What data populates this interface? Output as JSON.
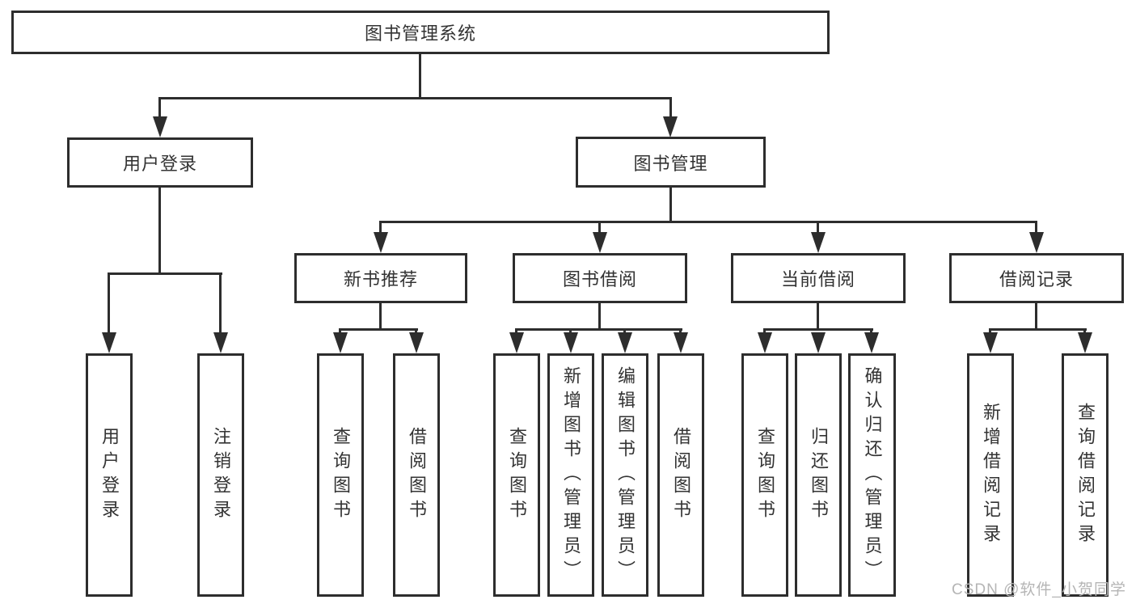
{
  "root": {
    "label": "图书管理系统"
  },
  "branches": [
    {
      "label": "用户登录",
      "children": [
        {
          "label": "用户登录"
        },
        {
          "label": "注销登录"
        }
      ]
    },
    {
      "label": "图书管理",
      "children": [
        {
          "label": "新书推荐",
          "children": [
            {
              "label": "查询图书"
            },
            {
              "label": "借阅图书"
            }
          ]
        },
        {
          "label": "图书借阅",
          "children": [
            {
              "label": "查询图书"
            },
            {
              "label": "新增图书（管理员）"
            },
            {
              "label": "编辑图书（管理员）"
            },
            {
              "label": "借阅图书"
            }
          ]
        },
        {
          "label": "当前借阅",
          "children": [
            {
              "label": "查询图书"
            },
            {
              "label": "归还图书"
            },
            {
              "label": "确认归还（管理员）"
            }
          ]
        },
        {
          "label": "借阅记录",
          "children": [
            {
              "label": "新增借阅记录"
            },
            {
              "label": "查询借阅记录"
            }
          ]
        }
      ]
    }
  ],
  "watermark": "CSDN @软件_小贺同学",
  "colors": {
    "line": "#2d2d2d",
    "box_border": "#2d2d2d",
    "box_fill": "#ffffff",
    "text": "#333333",
    "watermark": "#b5b5b5"
  }
}
